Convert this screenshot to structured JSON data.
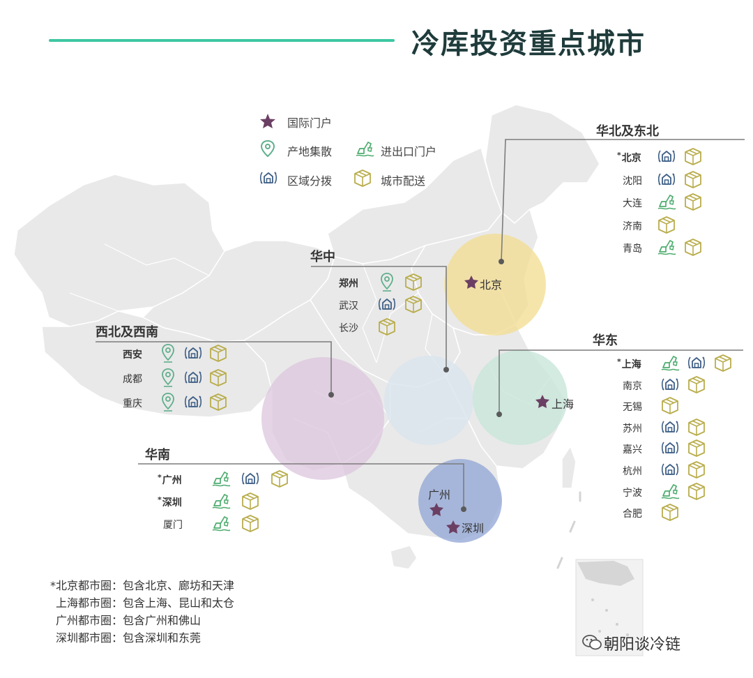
{
  "title": "冷库投资重点城市",
  "legend": [
    {
      "label": "国际门户",
      "icon": "star-icon"
    },
    {
      "label": "产地集散",
      "icon": "location-pin-icon"
    },
    {
      "label": "进出口门户",
      "icon": "excavator-icon"
    },
    {
      "label": "区域分拨",
      "icon": "warehouse-icon"
    },
    {
      "label": "城市配送",
      "icon": "box-icon"
    }
  ],
  "regions": {
    "north": {
      "title": "华北及东北",
      "cities": [
        {
          "name": "北京",
          "asterisk": "*",
          "icons": [
            "warehouse-icon",
            "box-icon"
          ]
        },
        {
          "name": "沈阳",
          "icons": [
            "warehouse-icon",
            "box-icon"
          ]
        },
        {
          "name": "大连",
          "icons": [
            "excavator-icon",
            "box-icon"
          ]
        },
        {
          "name": "济南",
          "icons": [
            "box-icon"
          ]
        },
        {
          "name": "青岛",
          "icons": [
            "excavator-icon",
            "box-icon"
          ]
        }
      ]
    },
    "central": {
      "title": "华中",
      "cities": [
        {
          "name": "郑州",
          "icons": [
            "location-pin-icon",
            "box-icon"
          ]
        },
        {
          "name": "武汉",
          "icons": [
            "warehouse-icon",
            "box-icon"
          ]
        },
        {
          "name": "长沙",
          "icons": [
            "box-icon"
          ]
        }
      ]
    },
    "west": {
      "title": "西北及西南",
      "cities": [
        {
          "name": "西安",
          "icons": [
            "location-pin-icon",
            "warehouse-icon",
            "box-icon"
          ]
        },
        {
          "name": "成都",
          "icons": [
            "location-pin-icon",
            "warehouse-icon",
            "box-icon"
          ]
        },
        {
          "name": "重庆",
          "icons": [
            "location-pin-icon",
            "warehouse-icon",
            "box-icon"
          ]
        }
      ]
    },
    "east": {
      "title": "华东",
      "cities": [
        {
          "name": "上海",
          "asterisk": "*",
          "icons": [
            "excavator-icon",
            "warehouse-icon",
            "box-icon"
          ]
        },
        {
          "name": "南京",
          "icons": [
            "warehouse-icon",
            "box-icon"
          ]
        },
        {
          "name": "无锡",
          "icons": [
            "box-icon"
          ]
        },
        {
          "name": "苏州",
          "icons": [
            "warehouse-icon",
            "box-icon"
          ]
        },
        {
          "name": "嘉兴",
          "icons": [
            "warehouse-icon",
            "box-icon"
          ]
        },
        {
          "name": "杭州",
          "icons": [
            "warehouse-icon",
            "box-icon"
          ]
        },
        {
          "name": "宁波",
          "icons": [
            "excavator-icon",
            "box-icon"
          ]
        },
        {
          "name": "合肥",
          "icons": [
            "box-icon"
          ]
        }
      ]
    },
    "south": {
      "title": "华南",
      "cities": [
        {
          "name": "广州",
          "asterisk": "*",
          "icons": [
            "excavator-icon",
            "warehouse-icon",
            "box-icon"
          ]
        },
        {
          "name": "深圳",
          "asterisk": "*",
          "icons": [
            "excavator-icon",
            "box-icon"
          ]
        },
        {
          "name": "厦门",
          "icons": [
            "excavator-icon",
            "box-icon"
          ]
        }
      ]
    }
  },
  "map_labels": {
    "beijing": "北京",
    "shanghai": "上海",
    "guangzhou": "广州",
    "shenzhen": "深圳"
  },
  "footnotes": [
    "*北京都市圈：包含北京、廊坊和天津",
    "上海都市圈：包含上海、昆山和太仓",
    "广州都市圈：包含广州和佛山",
    "深圳都市圈：包含深圳和东莞"
  ],
  "watermark": "朝阳谈冷链",
  "colors": {
    "accent_line": "#3ec7a2",
    "star": "#6b3f63",
    "pin": "#5fae8c",
    "excavator": "#4dac6e",
    "warehouse": "#3d5e86",
    "box": "#b9ad4c",
    "circle_north": "#f3dc8f",
    "circle_central": "#d9e4ee",
    "circle_west": "#dcc6dc",
    "circle_east": "#c8e6d9",
    "circle_south": "#8fa4d4",
    "land": "#e9e9e9"
  }
}
